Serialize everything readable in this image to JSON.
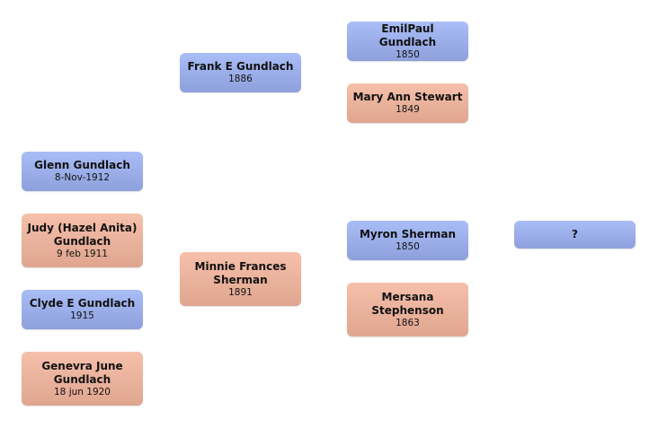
{
  "colors": {
    "male": "#9eb1ec",
    "female": "#eeb39d"
  },
  "tree": {
    "children": [
      {
        "name": "Glenn Gundlach",
        "date": "8-Nov-1912",
        "sex": "male"
      },
      {
        "name": "Judy (Hazel Anita) Gundlach",
        "date": "9 feb 1911",
        "sex": "female"
      },
      {
        "name": "Clyde E Gundlach",
        "date": "1915",
        "sex": "male"
      },
      {
        "name": "Genevra June Gundlach",
        "date": "18 jun 1920",
        "sex": "female"
      }
    ],
    "parents": {
      "father": {
        "name": "Frank E Gundlach",
        "date": "1886",
        "sex": "male"
      },
      "mother": {
        "name": "Minnie Frances Sherman",
        "date": "1891",
        "sex": "female"
      }
    },
    "grandparents": {
      "paternal_grandfather": {
        "name": "EmilPaul Gundlach",
        "date": "1850",
        "sex": "male"
      },
      "paternal_grandmother": {
        "name": "Mary Ann Stewart",
        "date": "1849",
        "sex": "female"
      },
      "maternal_grandfather": {
        "name": "Myron Sherman",
        "date": "1850",
        "sex": "male"
      },
      "maternal_grandmother": {
        "name": "Mersana Stephenson",
        "date": "1863",
        "sex": "female"
      }
    },
    "great_grandparents": {
      "unknown": {
        "name": "?",
        "sex": "male"
      }
    }
  }
}
